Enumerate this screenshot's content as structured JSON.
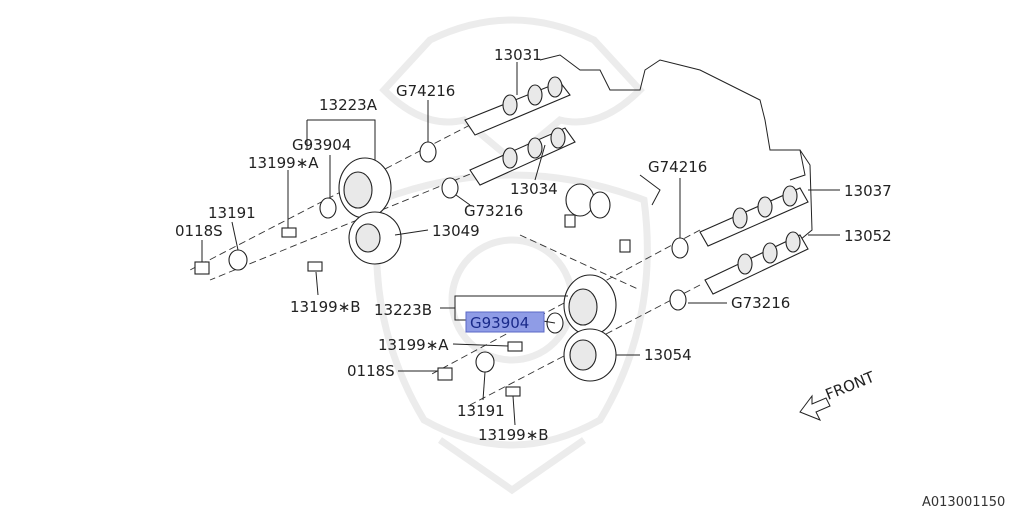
{
  "diagram": {
    "reference_code": "A013001150",
    "front_label": "FRONT",
    "highlight_color": "#8f9ce6",
    "callouts": {
      "p13031": "13031",
      "p13223a": "13223A",
      "pg74216_top": "G74216",
      "pg93904_top": "G93904",
      "p13199a_top": "13199∗A",
      "p13191_top": "13191",
      "p0118s_top": "0118S",
      "p13034": "13034",
      "pg73216_top": "G73216",
      "p13049": "13049",
      "p13199b_top": "13199∗B",
      "pg74216_right": "G74216",
      "p13037": "13037",
      "p13052": "13052",
      "p13223b": "13223B",
      "pg93904_bottom": "G93904",
      "pg73216_right": "G73216",
      "p13199a_bottom": "13199∗A",
      "p13054": "13054",
      "p0118s_bottom": "0118S",
      "p13191_bottom": "13191",
      "p13199b_bottom": "13199∗B"
    }
  }
}
